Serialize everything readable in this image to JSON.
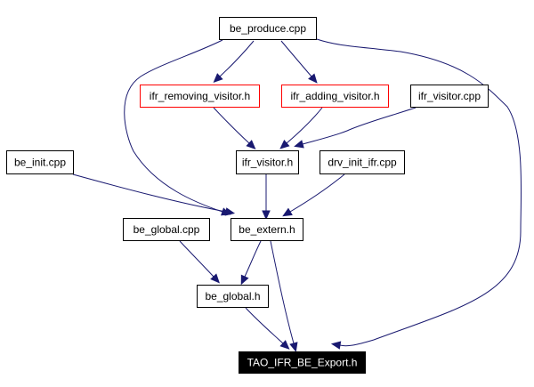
{
  "diagram": {
    "type": "include-dependency-graph",
    "colors": {
      "edge": "#191970",
      "node_border": "#000000",
      "highlight_border": "#ff0000",
      "root_fill": "#000000",
      "root_text": "#ffffff"
    },
    "nodes": [
      {
        "id": "be_produce_cpp",
        "label": "be_produce.cpp",
        "style": "normal"
      },
      {
        "id": "ifr_removing_visitor_h",
        "label": "ifr_removing_visitor.h",
        "style": "red"
      },
      {
        "id": "ifr_adding_visitor_h",
        "label": "ifr_adding_visitor.h",
        "style": "red"
      },
      {
        "id": "ifr_visitor_cpp",
        "label": "ifr_visitor.cpp",
        "style": "normal"
      },
      {
        "id": "be_init_cpp",
        "label": "be_init.cpp",
        "style": "normal"
      },
      {
        "id": "ifr_visitor_h",
        "label": "ifr_visitor.h",
        "style": "normal"
      },
      {
        "id": "drv_init_ifr_cpp",
        "label": "drv_init_ifr.cpp",
        "style": "normal"
      },
      {
        "id": "be_global_cpp",
        "label": "be_global.cpp",
        "style": "normal"
      },
      {
        "id": "be_extern_h",
        "label": "be_extern.h",
        "style": "normal"
      },
      {
        "id": "be_global_h",
        "label": "be_global.h",
        "style": "normal"
      },
      {
        "id": "tao_ifr_be_export_h",
        "label": "TAO_IFR_BE_Export.h",
        "style": "root"
      }
    ],
    "edges": [
      {
        "from": "be_produce_cpp",
        "to": "ifr_removing_visitor_h"
      },
      {
        "from": "be_produce_cpp",
        "to": "ifr_adding_visitor_h"
      },
      {
        "from": "be_produce_cpp",
        "to": "be_extern_h"
      },
      {
        "from": "be_produce_cpp",
        "to": "tao_ifr_be_export_h"
      },
      {
        "from": "ifr_removing_visitor_h",
        "to": "ifr_visitor_h"
      },
      {
        "from": "ifr_adding_visitor_h",
        "to": "ifr_visitor_h"
      },
      {
        "from": "ifr_visitor_cpp",
        "to": "ifr_visitor_h"
      },
      {
        "from": "be_init_cpp",
        "to": "be_extern_h"
      },
      {
        "from": "ifr_visitor_h",
        "to": "be_extern_h"
      },
      {
        "from": "drv_init_ifr_cpp",
        "to": "be_extern_h"
      },
      {
        "from": "be_global_cpp",
        "to": "be_global_h"
      },
      {
        "from": "be_extern_h",
        "to": "be_global_h"
      },
      {
        "from": "be_extern_h",
        "to": "tao_ifr_be_export_h"
      },
      {
        "from": "be_global_h",
        "to": "tao_ifr_be_export_h"
      }
    ]
  }
}
